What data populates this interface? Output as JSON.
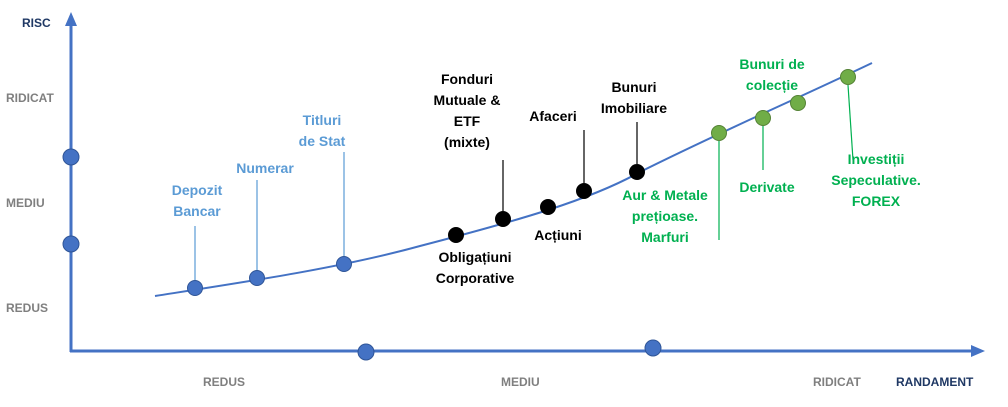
{
  "axes": {
    "y_title": "RISC",
    "x_title": "RANDAMENT",
    "y_levels": [
      "RIDICAT",
      "MEDIU",
      "REDUS"
    ],
    "x_levels": [
      "REDUS",
      "MEDIU",
      "RIDICAT"
    ]
  },
  "colors": {
    "axis": "#4472c4",
    "axis_label_gray": "#7f7f7f",
    "axis_title_navy": "#1f3864",
    "low_risk_blue": "#5b9bd5",
    "medium_black": "#000000",
    "high_risk_green": "#00b050",
    "green_dot": "#70ad47"
  },
  "points": [
    {
      "id": "depozit-bancar",
      "label": [
        "Depozit",
        "Bancar"
      ],
      "group": "low"
    },
    {
      "id": "numerar",
      "label": [
        "Numerar"
      ],
      "group": "low"
    },
    {
      "id": "titluri-de-stat",
      "label": [
        "Titluri",
        "de Stat"
      ],
      "group": "low"
    },
    {
      "id": "obligatiuni-corporative",
      "label": [
        "Obligațiuni",
        "Corporative"
      ],
      "group": "medium"
    },
    {
      "id": "fonduri-mutuale-etf",
      "label": [
        "Fonduri",
        "Mutuale &",
        "ETF",
        "(mixte)"
      ],
      "group": "medium"
    },
    {
      "id": "actiuni",
      "label": [
        "Acțiuni"
      ],
      "group": "medium"
    },
    {
      "id": "afaceri",
      "label": [
        "Afaceri"
      ],
      "group": "medium"
    },
    {
      "id": "bunuri-imobiliare",
      "label": [
        "Bunuri",
        "Imobiliare"
      ],
      "group": "medium"
    },
    {
      "id": "aur-metale-marfuri",
      "label": [
        "Aur & Metale",
        "prețioase.",
        "Marfuri"
      ],
      "group": "high"
    },
    {
      "id": "derivate",
      "label": [
        "Derivate"
      ],
      "group": "high"
    },
    {
      "id": "bunuri-de-colectie",
      "label": [
        "Bunuri de",
        "colecție"
      ],
      "group": "high"
    },
    {
      "id": "investitii-speculative-forex",
      "label": [
        "Investiții",
        "Sepeculative.",
        "FOREX"
      ],
      "group": "high"
    }
  ]
}
